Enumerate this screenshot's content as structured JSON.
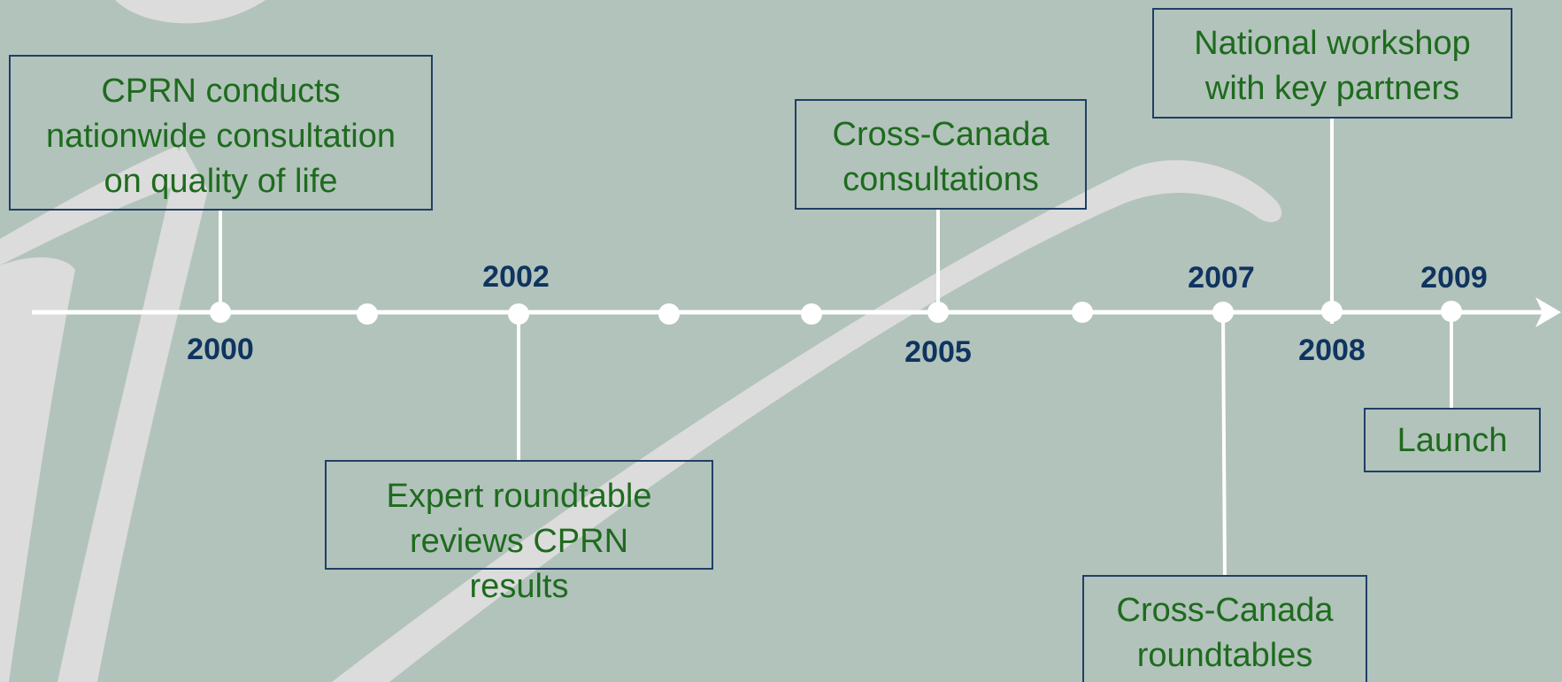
{
  "timeline": {
    "years": [
      {
        "label": "2000",
        "position": "below"
      },
      {
        "label": "2002",
        "position": "above"
      },
      {
        "label": "2005",
        "position": "below"
      },
      {
        "label": "2007",
        "position": "above"
      },
      {
        "label": "2008",
        "position": "below"
      },
      {
        "label": "2009",
        "position": "above"
      }
    ],
    "events": [
      {
        "year": "2000",
        "text": "CPRN conducts nationwide consultation on quality of life"
      },
      {
        "year": "2002",
        "text": "Expert roundtable reviews CPRN results"
      },
      {
        "year": "2005",
        "text": "Cross-Canada consultations"
      },
      {
        "year": "2007",
        "text": "Cross-Canada roundtables"
      },
      {
        "year": "2008",
        "text": "National workshop with key partners"
      },
      {
        "year": "2009",
        "text": "Launch"
      }
    ]
  },
  "colors": {
    "background": "#b2c3bb",
    "swoosh": "#dcdcdc",
    "axis": "#ffffff",
    "event_text": "#1e6b1e",
    "year_text": "#0f3460",
    "box_border": "#1f3f66"
  }
}
